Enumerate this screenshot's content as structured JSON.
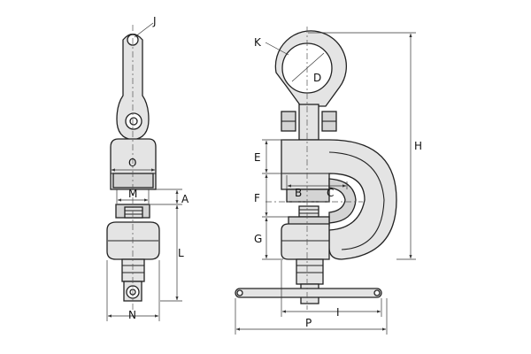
{
  "labels": {
    "J": "J",
    "K": "K",
    "D": "D",
    "H": "H",
    "O": "O",
    "M": "M",
    "A": "A",
    "L": "L",
    "N": "N",
    "E": "E",
    "F": "F",
    "G": "G",
    "B": "B",
    "C": "C",
    "I": "I",
    "P": "P"
  },
  "colors": {
    "body_fill": "#e4e4e4",
    "shade_fill": "#d4d4d4",
    "outline": "#222222",
    "background": "#ffffff"
  }
}
